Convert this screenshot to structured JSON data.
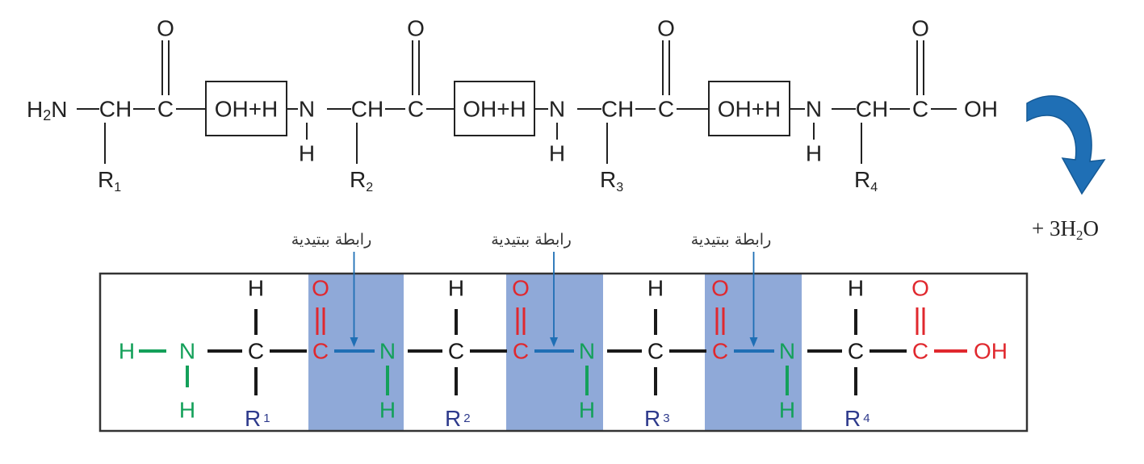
{
  "top_chain": {
    "amine_h": "H",
    "amine_sub": "2",
    "amine_n": "N",
    "ch": "CH",
    "c": "C",
    "o": "O",
    "boxed": "OH+H",
    "n": "N",
    "h": "H",
    "r": "R",
    "r_subs": [
      "1",
      "2",
      "3",
      "4"
    ],
    "terminal": "OH"
  },
  "byproduct": {
    "prefix": "+ 3H",
    "sub": "2",
    "suffix": "O"
  },
  "peptide_bond_label": "رابطة ببتيدية",
  "bottom_chain": {
    "h": "H",
    "n": "N",
    "c": "C",
    "o": "O",
    "r": "R",
    "r_subs": [
      "1",
      "2",
      "3",
      "4"
    ],
    "terminal": "OH"
  },
  "colors": {
    "amine": "#14a05a",
    "carbonyl": "#e0282e",
    "backbone": "#1a1a1a",
    "r_group": "#2e3a8c",
    "peptide_band": "#8fa9d8",
    "arrow": "#1f6fb5"
  }
}
